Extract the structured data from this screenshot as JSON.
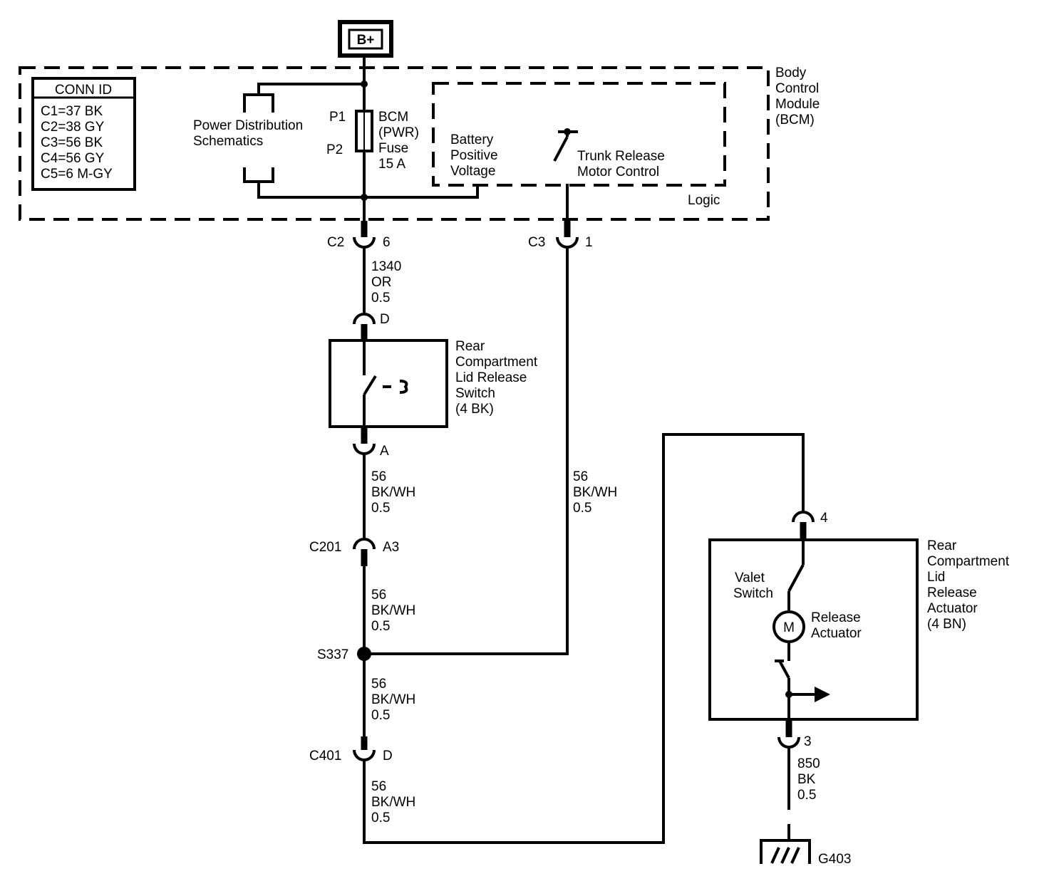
{
  "power": {
    "label": "B+"
  },
  "bcm": {
    "name_lines": [
      "Body",
      "Control",
      "Module",
      "(BCM)"
    ],
    "logic_label": "Logic",
    "conn_id": {
      "header": "CONN ID",
      "rows": [
        "C1=37 BK",
        "C2=38 GY",
        "C3=56 BK",
        "C4=56 GY",
        "C5=6 M-GY"
      ]
    },
    "power_distribution_lines": [
      "Power Distribution",
      "Schematics"
    ],
    "fuse": {
      "pin_top": "P1",
      "pin_bottom": "P2",
      "label_lines": [
        "BCM",
        "(PWR)",
        "Fuse",
        "15 A"
      ]
    },
    "battery_voltage_lines": [
      "Battery",
      "Positive",
      "Voltage"
    ],
    "trunk_release_lines": [
      "Trunk Release",
      "Motor Control"
    ]
  },
  "connectors": {
    "c2": {
      "name": "C2",
      "pin": "6"
    },
    "c3": {
      "name": "C3",
      "pin": "1"
    },
    "switch_top": {
      "pin": "D"
    },
    "switch_bottom": {
      "pin": "A"
    },
    "c201": {
      "name": "C201",
      "pin": "A3"
    },
    "c401": {
      "name": "C401",
      "pin": "D"
    },
    "actuator_top": {
      "pin": "4"
    },
    "actuator_bottom": {
      "pin": "3"
    }
  },
  "splice": {
    "name": "S337"
  },
  "ground": {
    "name": "G403"
  },
  "wires": {
    "w1340": [
      "1340",
      "OR",
      "0.5"
    ],
    "w56a": [
      "56",
      "BK/WH",
      "0.5"
    ],
    "w56b": [
      "56",
      "BK/WH",
      "0.5"
    ],
    "w56c": [
      "56",
      "BK/WH",
      "0.5"
    ],
    "w56d": [
      "56",
      "BK/WH",
      "0.5"
    ],
    "w56e": [
      "56",
      "BK/WH",
      "0.5"
    ],
    "w850": [
      "850",
      "BK",
      "0.5"
    ]
  },
  "switch": {
    "label_lines": [
      "Rear",
      "Compartment",
      "Lid Release",
      "Switch",
      "(4 BK)"
    ]
  },
  "actuator": {
    "label_lines": [
      "Rear",
      "Compartment",
      "Lid",
      "Release",
      "Actuator",
      "(4 BN)"
    ],
    "valet_lines": [
      "Valet",
      "Switch"
    ],
    "motor_symbol": "M",
    "release_lines": [
      "Release",
      "Actuator"
    ]
  }
}
